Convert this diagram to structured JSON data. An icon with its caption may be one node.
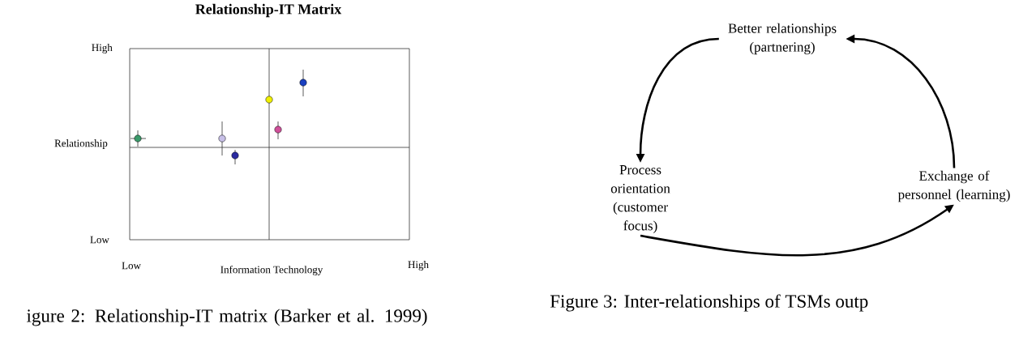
{
  "diagram": {
    "title": "Relationship-IT Matrix",
    "nodes": [
      {
        "text": [
          "Better relationships (partnering)"
        ]
      },
      {
        "text": [
          "Process orientation (customer focus)"
        ]
      },
      {
        "text": [
          "Exchange of personnel (learning)"
        ]
      }
    ],
    "edges": [
      {
        "from": 0,
        "to": 1,
        "arrow": "to"
      },
      {
        "from": 1,
        "to": 2,
        "arrow": "to"
      },
      {
        "from": 2,
        "to": 0,
        "arrow": "to"
      }
    ],
    "labels": [
      "High",
      "Relationship",
      "Low",
      "Low",
      "Information Technology",
      "High",
      "igure 2: Relationship-IT matrix (Barker et al. 1999)",
      "Figure 3: Inter-relationships of TSMs outp"
    ]
  }
}
